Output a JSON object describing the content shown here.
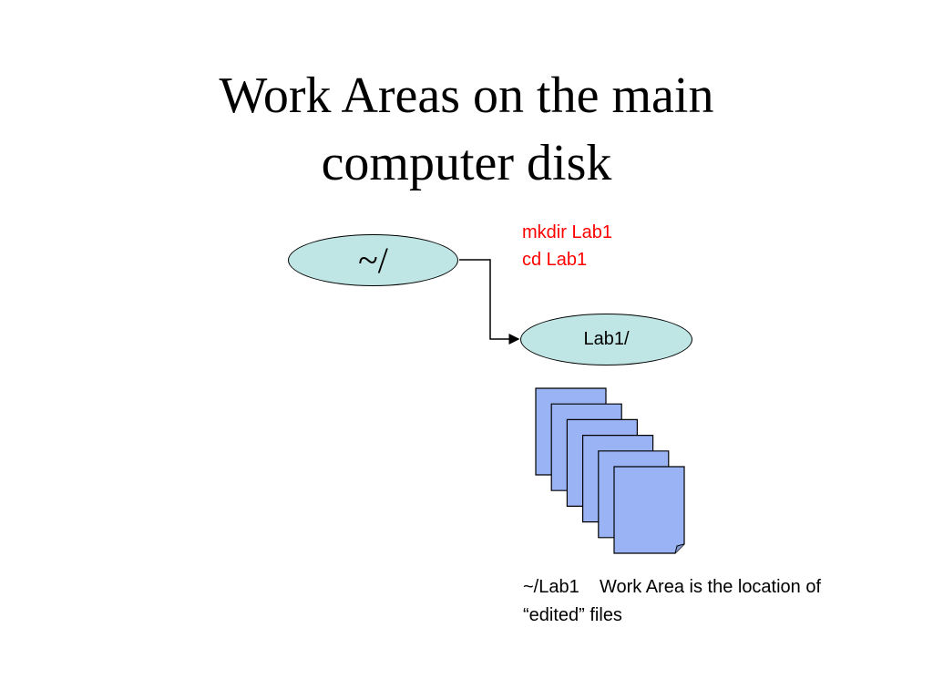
{
  "title": {
    "line1": "Work Areas on the main",
    "line2": "computer disk"
  },
  "nodes": {
    "home": "~/",
    "lab1": "Lab1/"
  },
  "commands": [
    "mkdir Lab1",
    "cd Lab1"
  ],
  "caption": {
    "line1": "~/Lab1    Work Area is the location of",
    "line2": "“edited” files"
  },
  "colors": {
    "node_fill": "#bfe6e4",
    "file_fill": "#99b3f5",
    "command_text": "#ff0000"
  },
  "file_icon_count": 6
}
